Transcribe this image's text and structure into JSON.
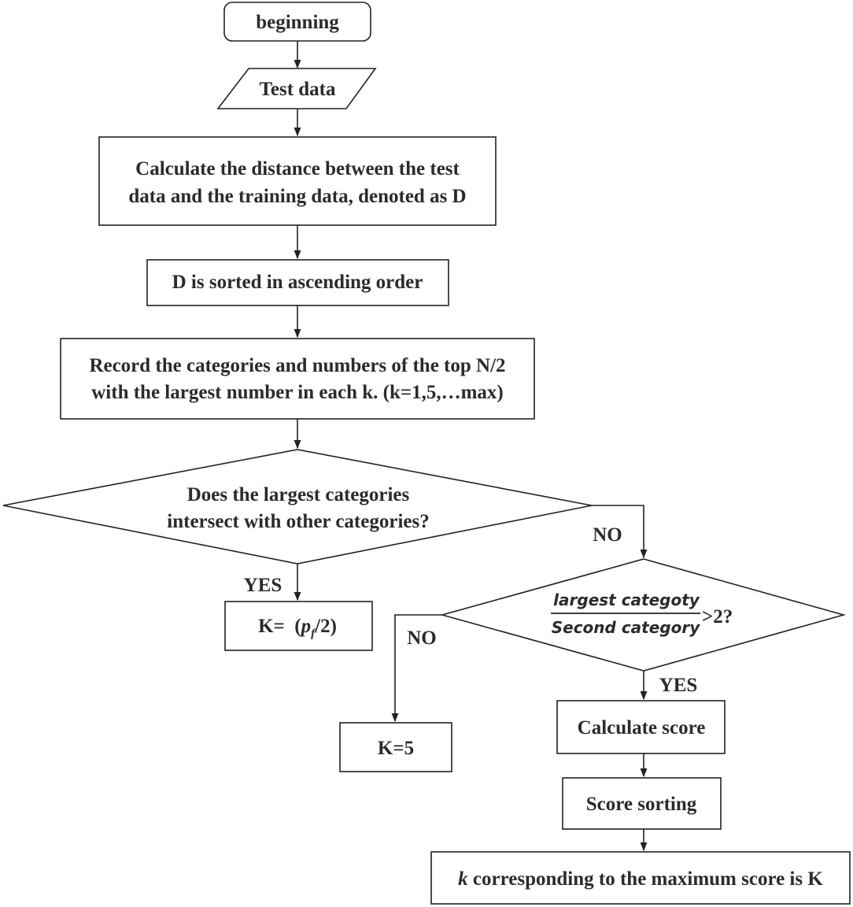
{
  "flowchart": {
    "start": "beginning",
    "input": "Test data",
    "step_distance": {
      "line1": "Calculate the distance between the test",
      "line2": "data and the training data, denoted as D"
    },
    "step_sort": "D is sorted in ascending order",
    "step_record": {
      "line1": "Record the categories and numbers of the top N/2",
      "line2": "with the largest number in each k. (k=1,5,…max)"
    },
    "decision_intersect": {
      "line1": "Does the largest categories",
      "line2": "intersect with other categories?",
      "yes_label": "YES",
      "no_label": "NO"
    },
    "result_yes": {
      "prefix": "K=  (",
      "var": "p",
      "sub": "f",
      "suffix": "/2)"
    },
    "decision_ratio": {
      "numerator": "largest categoty",
      "denominator": "Second category",
      "comparison": ">2?",
      "yes_label": "YES",
      "no_label": "NO"
    },
    "result_no": "K=5",
    "step_score": "Calculate score",
    "step_score_sort": "Score sorting",
    "final": {
      "var": "k",
      "text": " corresponding to the maximum score is K"
    }
  }
}
